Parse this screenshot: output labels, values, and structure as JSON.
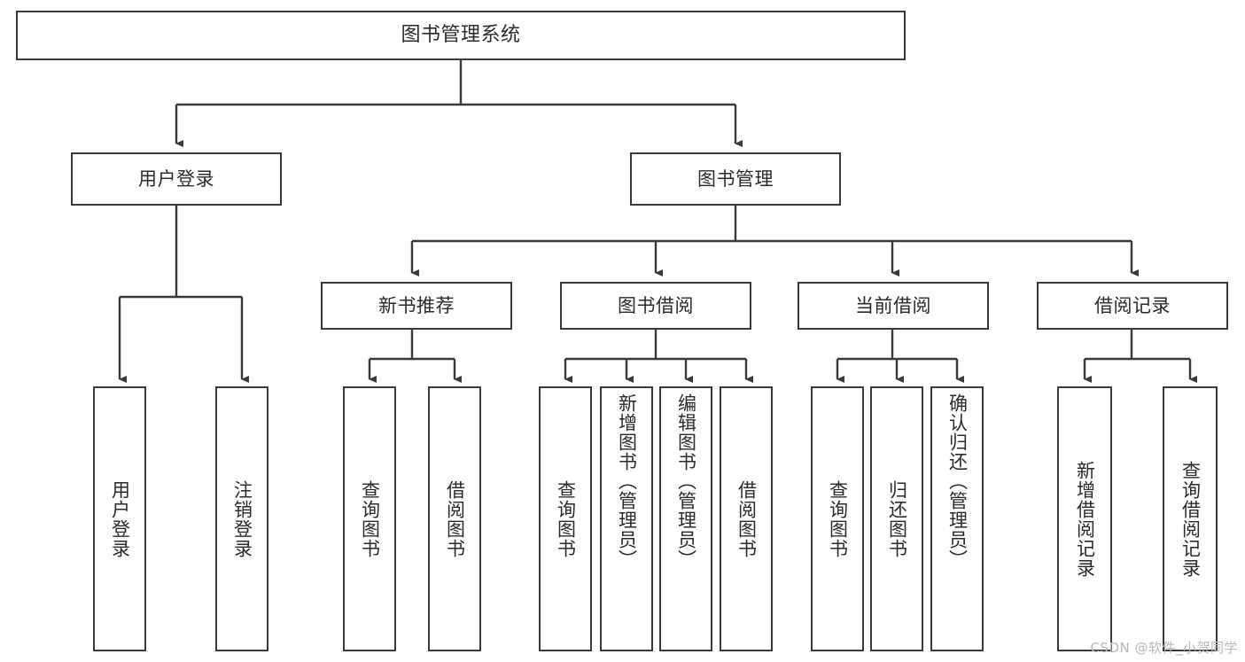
{
  "diagram": {
    "type": "tree-hierarchy",
    "title": "图书管理系统",
    "watermark": "CSDN @软件_小贺同学",
    "colors": {
      "background": "#ffffff",
      "node_fill": "#ffffff",
      "node_stroke": "#3a3a3a",
      "edge_stroke": "#3a3a3a",
      "text": "#2b2b2b",
      "watermark_text": "#b9b9b9"
    },
    "nodes": {
      "root": {
        "label": "图书管理系统"
      },
      "level2": [
        {
          "id": "user-login",
          "label": "用户登录"
        },
        {
          "id": "book-manage",
          "label": "图书管理"
        }
      ],
      "level3": [
        {
          "id": "new-book-recommend",
          "label": "新书推荐"
        },
        {
          "id": "book-borrow",
          "label": "图书借阅"
        },
        {
          "id": "current-borrow",
          "label": "当前借阅"
        },
        {
          "id": "borrow-record",
          "label": "借阅记录"
        }
      ],
      "leaves": {
        "user_login": [
          {
            "id": "leaf-user-login",
            "label": "用户登录"
          },
          {
            "id": "leaf-logout-login",
            "label": "注销登录"
          }
        ],
        "new_book_recommend": [
          {
            "id": "leaf-query-book-1",
            "label": "查询图书"
          },
          {
            "id": "leaf-borrow-book-1",
            "label": "借阅图书"
          }
        ],
        "book_borrow": [
          {
            "id": "leaf-query-book-2",
            "label": "查询图书"
          },
          {
            "id": "leaf-add-book-admin",
            "label": "新增图书（管理员）"
          },
          {
            "id": "leaf-edit-book-admin",
            "label": "编辑图书（管理员）"
          },
          {
            "id": "leaf-borrow-book-2",
            "label": "借阅图书"
          }
        ],
        "current_borrow": [
          {
            "id": "leaf-query-book-3",
            "label": "查询图书"
          },
          {
            "id": "leaf-return-book",
            "label": "归还图书"
          },
          {
            "id": "leaf-confirm-return-admin",
            "label": "确认归还（管理员）"
          }
        ],
        "borrow_record": [
          {
            "id": "leaf-add-borrow-record",
            "label": "新增借阅记录"
          },
          {
            "id": "leaf-query-borrow-record",
            "label": "查询借阅记录"
          }
        ]
      }
    }
  }
}
